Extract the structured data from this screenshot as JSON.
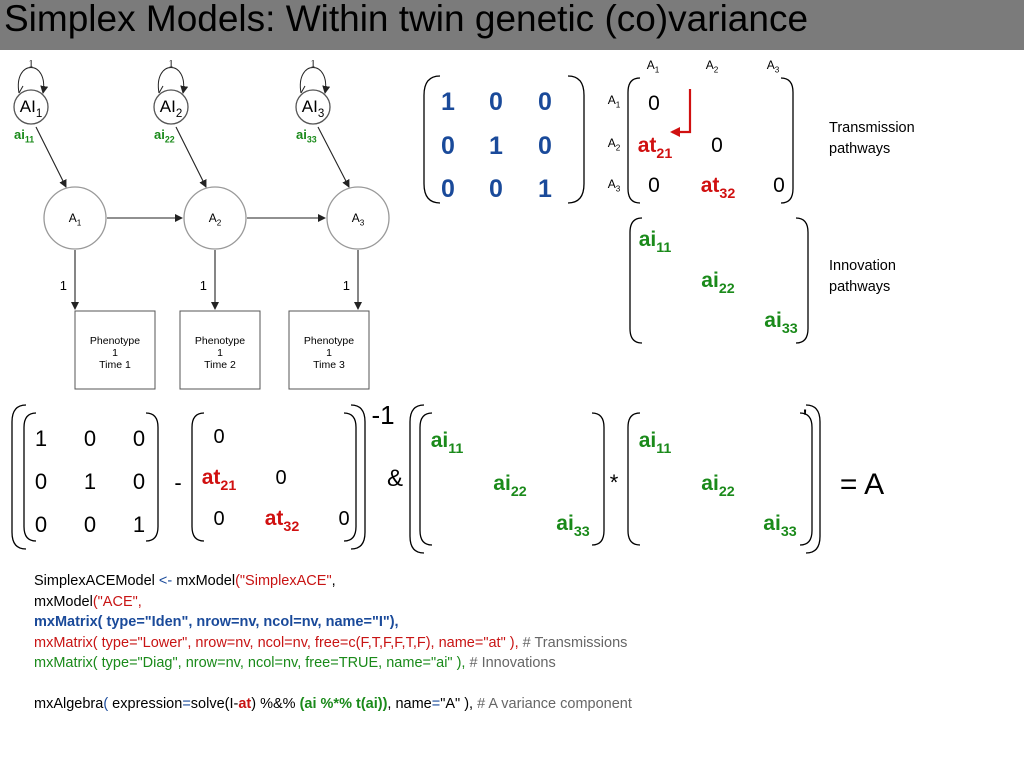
{
  "title": "Simplex Models: Within twin genetic (co)variance",
  "colors": {
    "red": "#d01010",
    "green": "#1a8a1a",
    "blue": "#1a4a9a",
    "titlebar": "#7b7b7b",
    "gray": "#666666"
  },
  "path_diagram": {
    "innovations": [
      {
        "label": "AI",
        "sub": "1",
        "loop": "1",
        "path": "ai",
        "path_sub": "11"
      },
      {
        "label": "AI",
        "sub": "2",
        "loop": "1",
        "path": "ai",
        "path_sub": "22"
      },
      {
        "label": "AI",
        "sub": "3",
        "loop": "1",
        "path": "ai",
        "path_sub": "33"
      }
    ],
    "latents": [
      {
        "label": "A",
        "sub": "1"
      },
      {
        "label": "A",
        "sub": "2"
      },
      {
        "label": "A",
        "sub": "3"
      }
    ],
    "transmissions": [
      {
        "label": "at",
        "sub": "21"
      },
      {
        "label": "at",
        "sub": "32"
      }
    ],
    "loadings": [
      "1",
      "1",
      "1"
    ],
    "phenotypes": [
      {
        "line1": "Phenotype",
        "line2": "1",
        "line3": "Time 1"
      },
      {
        "line1": "Phenotype",
        "line2": "1",
        "line3": "Time 2"
      },
      {
        "line1": "Phenotype",
        "line2": "1",
        "line3": "Time 3"
      }
    ]
  },
  "identity_matrix": [
    "1",
    "0",
    "0",
    "0",
    "1",
    "0",
    "0",
    "0",
    "1"
  ],
  "transmission_matrix": {
    "col_headers": [
      {
        "t": "A",
        "s": "1"
      },
      {
        "t": "A",
        "s": "2"
      },
      {
        "t": "A",
        "s": "3"
      }
    ],
    "row_headers": [
      {
        "t": "A",
        "s": "1"
      },
      {
        "t": "A",
        "s": "2"
      },
      {
        "t": "A",
        "s": "3"
      }
    ],
    "zero": "0",
    "at21": {
      "t": "at",
      "s": "21"
    },
    "at32": {
      "t": "at",
      "s": "32"
    },
    "caption_line1": "Transmission",
    "caption_line2": "pathways"
  },
  "innovation_matrix": {
    "ai11": {
      "t": "ai",
      "s": "11"
    },
    "ai22": {
      "t": "ai",
      "s": "22"
    },
    "ai33": {
      "t": "ai",
      "s": "33"
    },
    "caption_line1": "Innovation",
    "caption_line2": "pathways"
  },
  "equation": {
    "identity": [
      "1",
      "0",
      "0",
      "0",
      "1",
      "0",
      "0",
      "0",
      "1"
    ],
    "minus": "-",
    "inverse": "-1",
    "amp": "&",
    "times": "*",
    "transpose": "'",
    "result": "= A"
  },
  "code": {
    "l1a": "SimplexACEModel ",
    "l1b": "<-",
    "l1c": " mxModel",
    "l1d": "(\"SimplexACE\"",
    "l1e": ",",
    "l2a": "mxModel",
    "l2b": "(\"ACE\",",
    "l3": "mxMatrix( type=\"Iden\", nrow=nv, ncol=nv, name=\"I\"),",
    "l4a": "mxMatrix( type=\"Lower\", nrow=nv, ncol=nv, free=c(F,T,F,F,T,F), name=\"at\" ),",
    "l4b": " # Transmissions",
    "l5a": "mxMatrix( type=\"Diag\", nrow=nv, ncol=nv, free=TRUE, name=\"ai\" ),",
    "l5b": " # Innovations",
    "l7a": "mxAlgebra",
    "l7b": "(",
    "l7c": " expression",
    "l7d": "=",
    "l7e": "solve(I-",
    "l7f": "at",
    "l7g": ") %&% ",
    "l7h": "(ai %*% t(ai))",
    "l7i": ", name",
    "l7j": "=",
    "l7k": "\"A\" ),",
    "l7l": " # A variance component"
  }
}
